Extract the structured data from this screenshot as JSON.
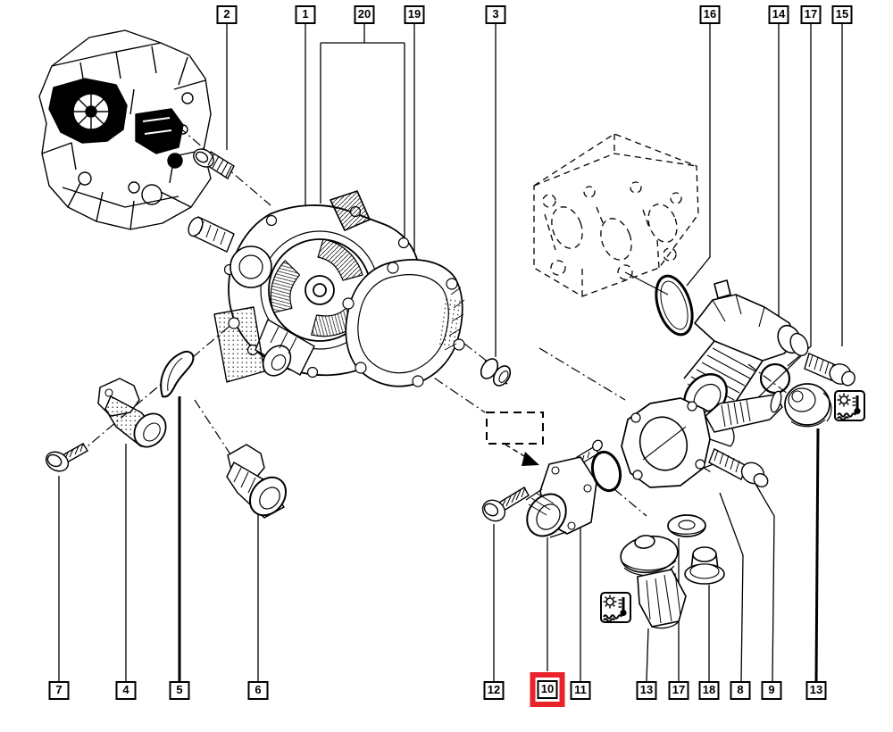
{
  "page": {
    "background_color": "#ffffff",
    "line_color": "#000000",
    "highlight_color": "#e8232a"
  },
  "callouts": {
    "top": [
      {
        "label": "2"
      },
      {
        "label": "1"
      },
      {
        "label": "20"
      },
      {
        "label": "19"
      },
      {
        "label": "3"
      },
      {
        "label": "16"
      },
      {
        "label": "14"
      },
      {
        "label": "17"
      },
      {
        "label": "15"
      }
    ],
    "bottom": [
      {
        "label": "7"
      },
      {
        "label": "4"
      },
      {
        "label": "5"
      },
      {
        "label": "6"
      },
      {
        "label": "12"
      },
      {
        "label": "10"
      },
      {
        "label": "11"
      },
      {
        "label": "13"
      },
      {
        "label": "17"
      },
      {
        "label": "18"
      },
      {
        "label": "8"
      },
      {
        "label": "9"
      },
      {
        "label": "13"
      }
    ],
    "highlighted_label": "10"
  },
  "icons": [
    {
      "name": "coolant-temperature-icon",
      "glyph": "sun + thermometer + waves"
    },
    {
      "name": "coolant-temperature-icon",
      "glyph": "sun + thermometer + waves"
    }
  ]
}
